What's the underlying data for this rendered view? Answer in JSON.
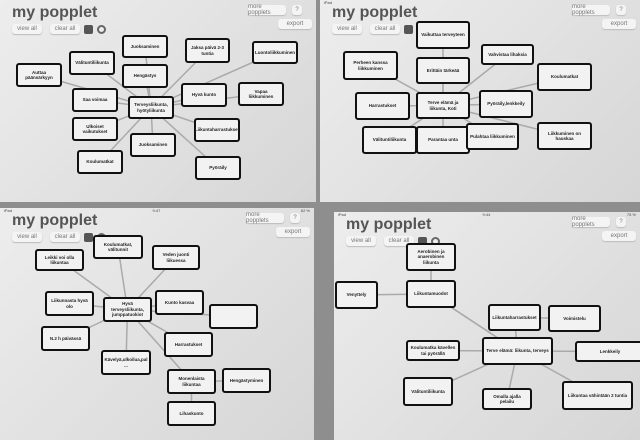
{
  "app": {
    "title": "my popplet",
    "view_all": "view all",
    "clear_all": "clear all",
    "more_popplets": "more popplets",
    "help": "?",
    "export": "export"
  },
  "panels": [
    {
      "status": {
        "left": "",
        "time": "",
        "battery": ""
      },
      "nodes": [
        "Juoksaminen",
        "Hengästys",
        "Välituntiliikunta",
        "Auttaa päänsärkyyn",
        "Jaksa päivä 2-3 tuntia",
        "Luontoliikkuminen",
        "Hyvä kunto",
        "Vapaa liikkuminen",
        "Saa voimaa",
        "Terveysliikunta, hyötyliikunta",
        "Liikuntaharrastukset",
        "Ulkoiset vaikutukset",
        "Juoksaminen",
        "Koulumatkat",
        "Pyöräily"
      ]
    },
    {
      "status": {
        "left": "iPad",
        "time": "",
        "battery": ""
      },
      "nodes": [
        "Vaikuttaa terveyteen",
        "Perheen kanssa liikkuminen",
        "Erittäin tärkeää",
        "Vahvistaa lihaksia",
        "Koulumatkat",
        "Harrastukset",
        "Terve elämä ja liikunta, Koti",
        "Pyöräily,lenkkeily",
        "Välituntiliikunta",
        "Parantaa unta",
        "Pulahtaa liikkuminen",
        "Liikkuminen on hauskaa"
      ]
    },
    {
      "status": {
        "left": "iPad",
        "time": "9:47",
        "battery": "62 %"
      },
      "nodes": [
        "Koulumatkat, välitunnit",
        "Leikki voi olla liikuntaa",
        "Veden juonti liikuessa",
        "Liikunnasta hyvä olo",
        "Hyvä terveysliikunta, jumppatuokiot",
        "Kunto kasvaa",
        "",
        "N.2 h päivässä",
        "Harrastukset",
        "Kävelyä,ulkoilua,pal ...",
        "Monenlaista liikuntaa",
        "Hengästyminen",
        "Lihaskunto"
      ]
    },
    {
      "status": {
        "left": "iPad",
        "time": "9:44",
        "battery": "75 %"
      },
      "nodes": [
        "Aerobinen ja anaerobinen liikunta",
        "Venyttely",
        "Liikuntamuodot",
        "Liikuntaharrastukset",
        "Voimistelu",
        "Koulumatka kävellen tai pyörällä",
        "Terve elämä: liikunta, terveys",
        "Lenkkeily",
        "Välituntiliikunta",
        "Omalla ajalla pelailu",
        "Liikuntaa vähintään 2 tuntia"
      ]
    }
  ]
}
